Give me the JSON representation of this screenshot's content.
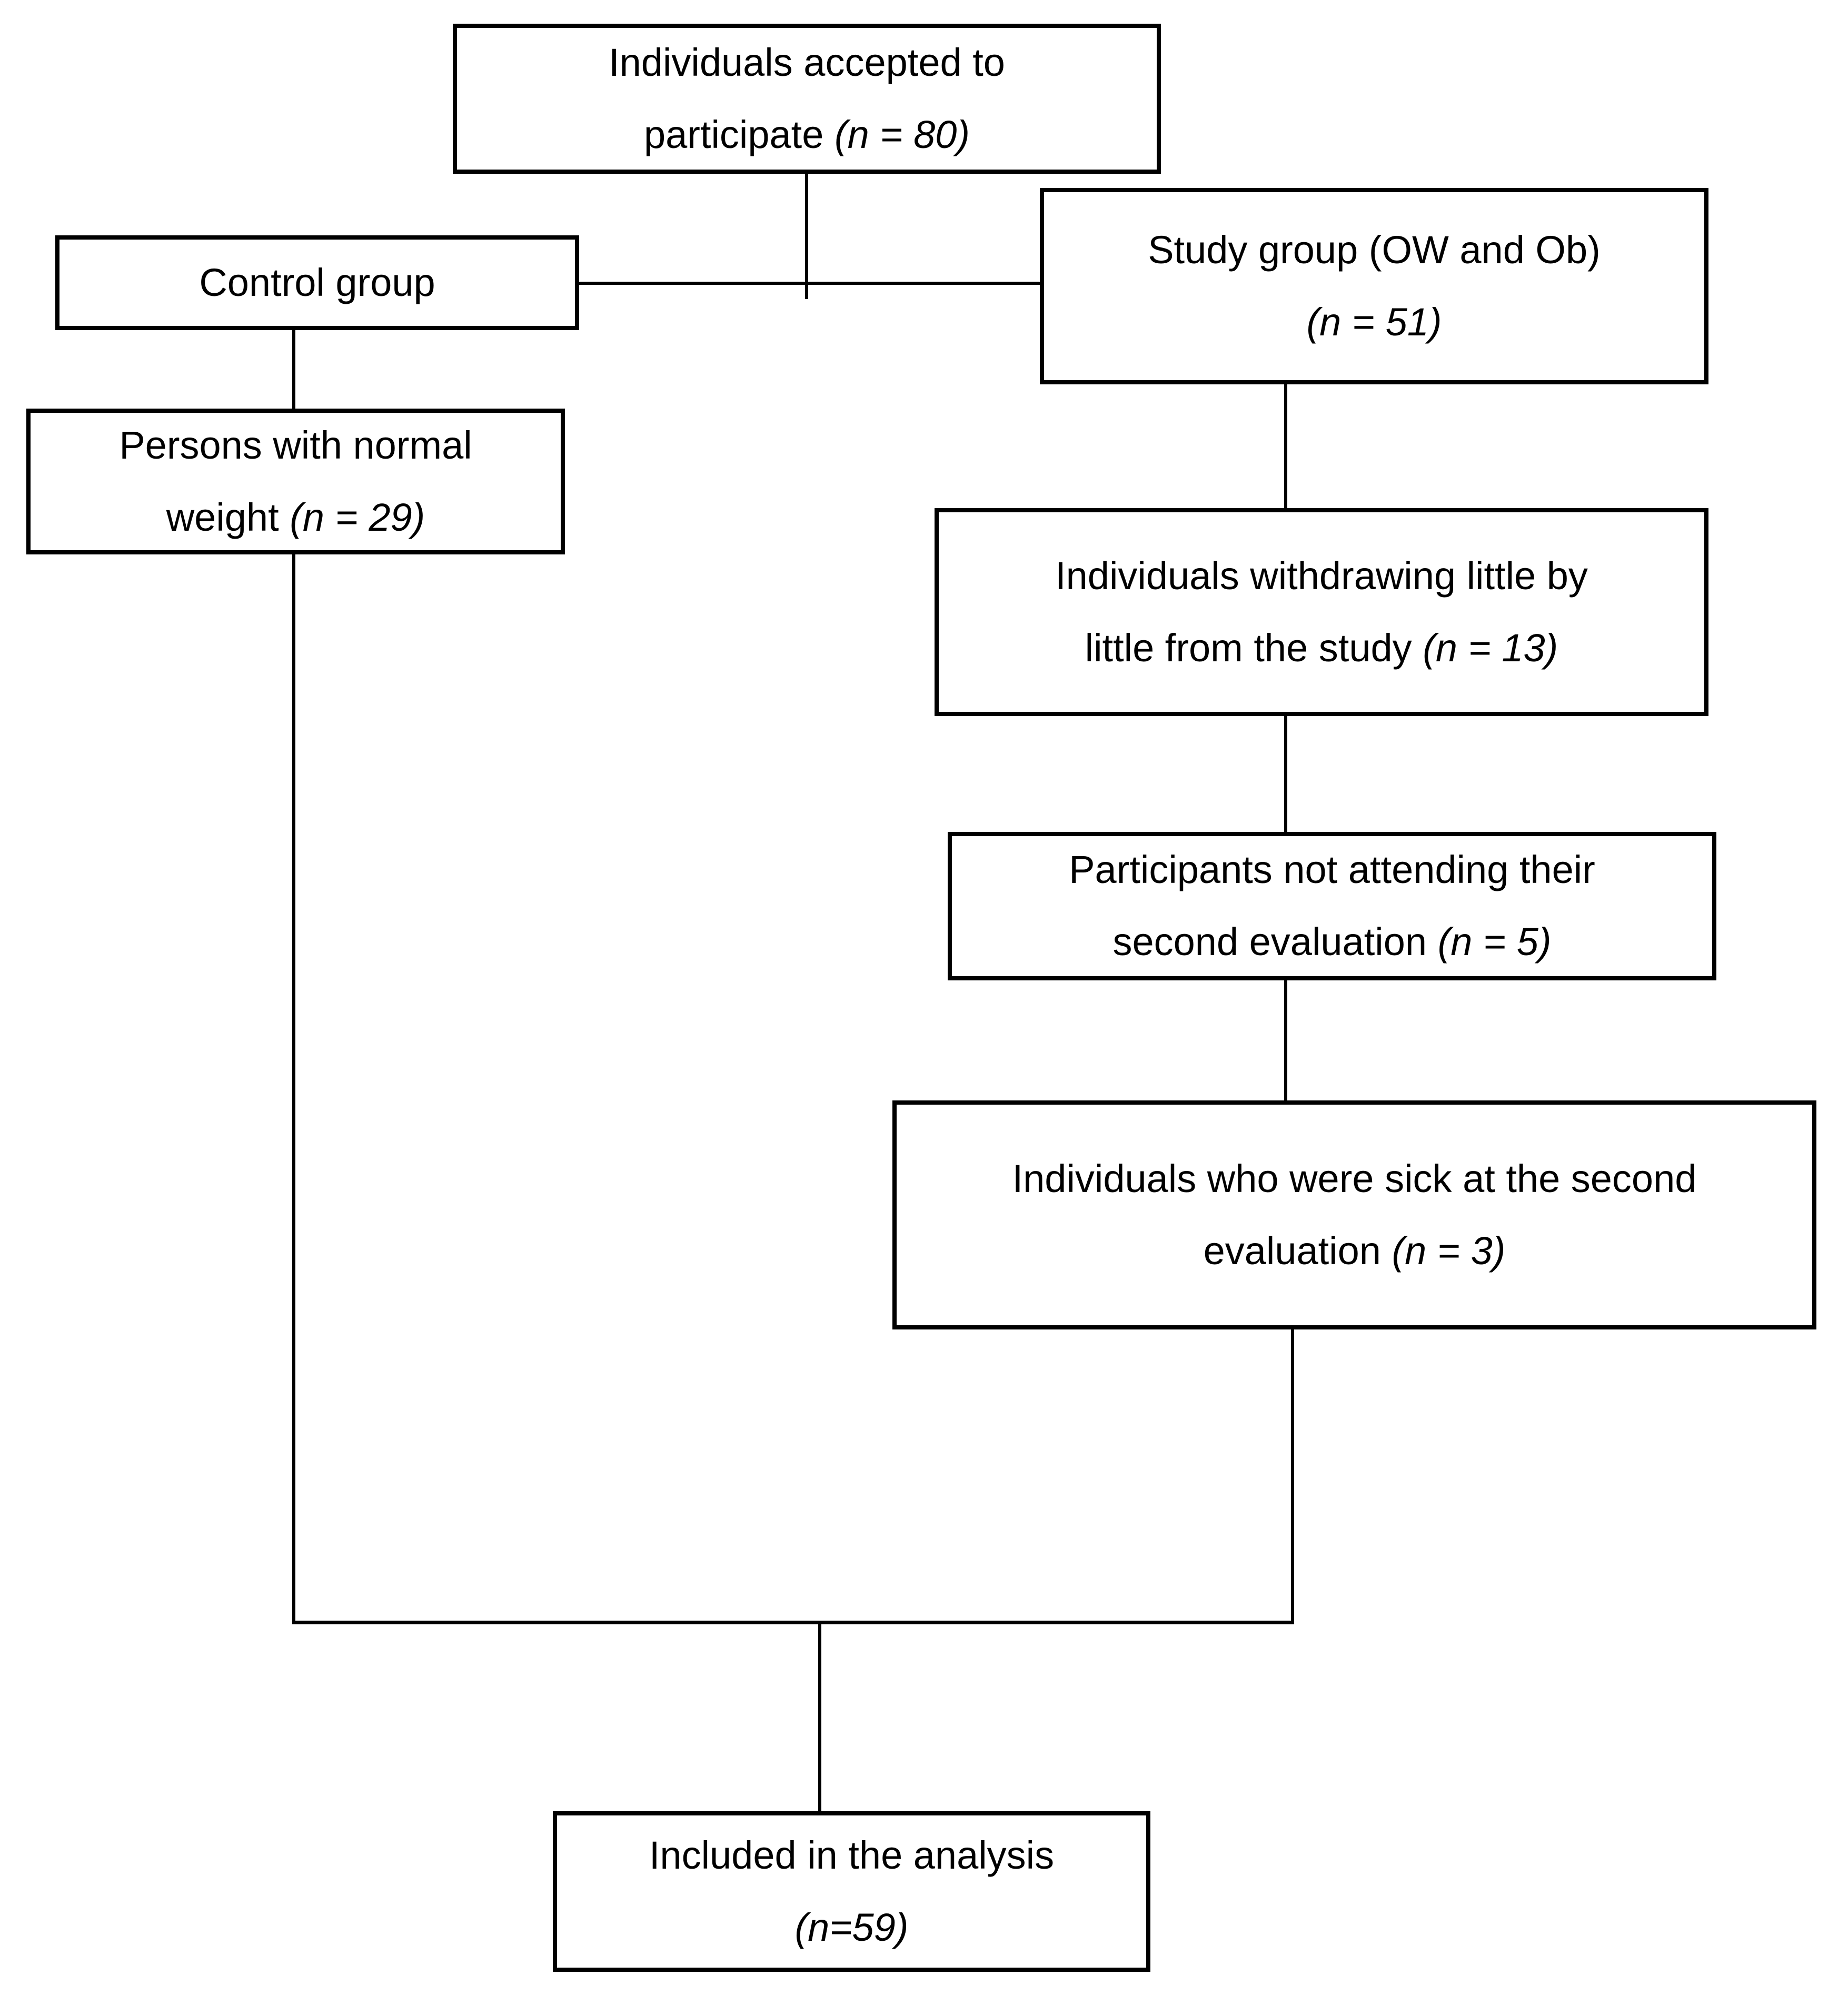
{
  "diagram": {
    "type": "flowchart",
    "colors": {
      "background": "#ffffff",
      "line": "#000000",
      "text": "#000000"
    },
    "nodes": {
      "accepted": {
        "line1": "Individuals accepted to",
        "line2_text": "participate ",
        "line2_n": "(n = 80)"
      },
      "control": {
        "line1": "Control group"
      },
      "study": {
        "line1": "Study group (OW and Ob)",
        "line2_n": "(n = 51)"
      },
      "persons": {
        "line1": "Persons with normal",
        "line2_text": "weight ",
        "line2_n": "(n = 29)"
      },
      "withdrawing": {
        "line1": "Individuals withdrawing little by",
        "line2_text": "little from the study ",
        "line2_n": "(n = 13)"
      },
      "participants": {
        "line1": "Participants not attending their",
        "line2_text": "second evaluation ",
        "line2_n": "(n = 5)"
      },
      "sick": {
        "line1": "Individuals who were sick at the second",
        "line2_text": "evaluation ",
        "line2_n": "(n = 3)"
      },
      "included": {
        "line1": "Included in the analysis",
        "line2_n": "(n=59)"
      }
    },
    "edges": [
      {
        "from": "accepted",
        "to": "control-study-connector"
      },
      {
        "from": "control",
        "to": "study"
      },
      {
        "from": "control",
        "to": "persons"
      },
      {
        "from": "persons",
        "to": "merge-line"
      },
      {
        "from": "study",
        "to": "withdrawing"
      },
      {
        "from": "withdrawing",
        "to": "participants"
      },
      {
        "from": "participants",
        "to": "sick"
      },
      {
        "from": "sick",
        "to": "merge-line"
      },
      {
        "from": "merge-line",
        "to": "included"
      }
    ]
  }
}
